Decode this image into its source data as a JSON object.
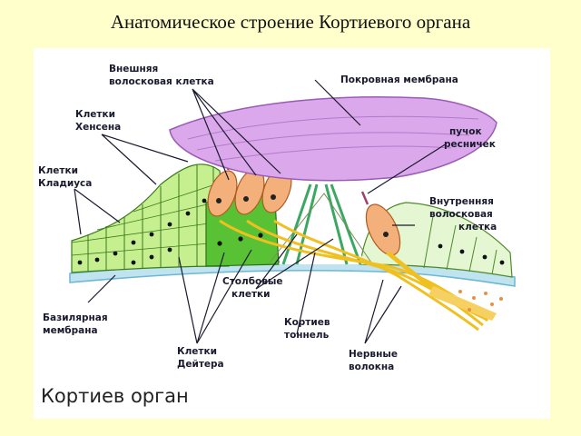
{
  "slide": {
    "title": "Анатомическое строение Кортиевого органа"
  },
  "figure": {
    "caption": "Кортиев орган",
    "labels": {
      "outer_hair_cell": [
        "Внешняя",
        "волосковая клетка"
      ],
      "tectorial_membrane": [
        "Покровная мембрана"
      ],
      "hensen_cells": [
        "Клетки",
        "Хенсена"
      ],
      "cilia_bundle": [
        "пучок",
        "ресничек"
      ],
      "claudius_cells": [
        "Клетки",
        "Кладиуса"
      ],
      "inner_hair_cell": [
        "Внутренняя",
        "волосковая",
        "клетка"
      ],
      "pillar_cells": [
        "Столбовые",
        "клетки"
      ],
      "basilar_membrane": [
        "Базилярная",
        "мембрана"
      ],
      "corti_tunnel": [
        "Кортиев",
        "тоннель"
      ],
      "deiters_cells": [
        "Клетки",
        "Дейтера"
      ],
      "nerve_fibers": [
        "Нервные",
        "волокна"
      ]
    }
  }
}
